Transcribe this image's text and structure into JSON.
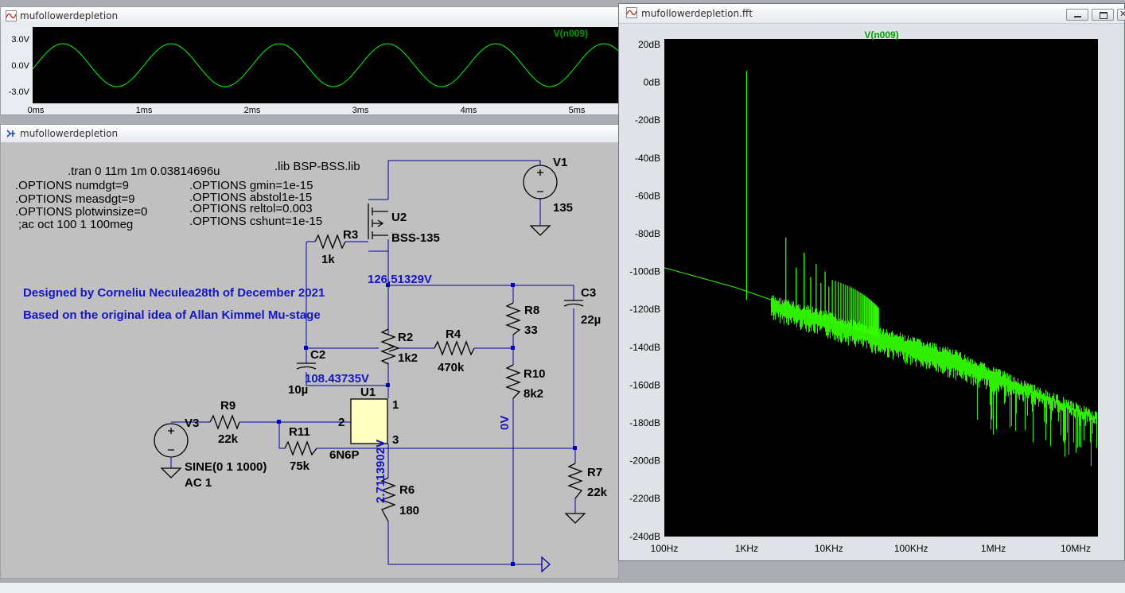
{
  "wave_window": {
    "title": "mufollowerdepletion",
    "trace_label": "V(n009)",
    "y_ticks": [
      "3.0V",
      "0.0V",
      "-3.0V"
    ],
    "x_ticks": [
      "0ms",
      "1ms",
      "2ms",
      "3ms",
      "4ms",
      "5ms"
    ],
    "trace_color": "#00ff00"
  },
  "fft_window": {
    "title": "mufollowerdepletion.fft",
    "trace_label": "V(n009)",
    "y_ticks": [
      "20dB",
      "0dB",
      "-20dB",
      "-40dB",
      "-60dB",
      "-80dB",
      "-100dB",
      "-120dB",
      "-140dB",
      "-160dB",
      "-180dB",
      "-200dB",
      "-220dB",
      "-240dB"
    ],
    "x_ticks": [
      "100Hz",
      "1KHz",
      "10KHz",
      "100KHz",
      "1MHz",
      "10MHz"
    ],
    "trace_color": "#33ff00"
  },
  "schematic_window": {
    "title": "mufollowerdepletion",
    "directives": [
      ".tran 0 11m 1m 0.03814696u",
      ".lib BSP-BSS.lib",
      ".OPTIONS numdgt=9",
      ".OPTIONS measdgt=9",
      ".OPTIONS plotwinsize=0",
      ";ac oct 100 1 100meg",
      ".OPTIONS gmin=1e-15",
      ".OPTIONS abstol1e-15",
      ".OPTIONS reltol=0.003",
      ".OPTIONS cshunt=1e-15"
    ],
    "notes": [
      "Designed by Corneliu Neculea28th of December 2021",
      "Based on the original idea of Allan Kimmel Mu-stage"
    ],
    "components": {
      "v1": {
        "name": "V1",
        "value": "135"
      },
      "u2": {
        "name": "U2",
        "value": "BSS-135"
      },
      "r3": {
        "name": "R3",
        "value": "1k"
      },
      "r8": {
        "name": "R8",
        "value": "33"
      },
      "c3": {
        "name": "C3",
        "value": "22µ"
      },
      "r2": {
        "name": "R2",
        "value": "1k2"
      },
      "r4": {
        "name": "R4",
        "value": "470k"
      },
      "c2": {
        "name": "C2",
        "value": "10µ"
      },
      "r10": {
        "name": "R10",
        "value": "8k2"
      },
      "u1": {
        "name": "U1",
        "value": "6N6P",
        "pins": [
          "1",
          "2",
          "3"
        ]
      },
      "v3": {
        "name": "V3",
        "value": "SINE(0 1 1000)",
        "value2": "AC 1"
      },
      "r9": {
        "name": "R9",
        "value": "22k"
      },
      "r11": {
        "name": "R11",
        "value": "75k"
      },
      "r6": {
        "name": "R6",
        "value": "180"
      },
      "r7": {
        "name": "R7",
        "value": "22k"
      }
    },
    "node_voltages": {
      "top": "126.51329V",
      "mid": "108.43735V",
      "cathode": "2.7113902V",
      "zero": "0V"
    },
    "wire_color": "#0000a0",
    "annotation_color": "#1414c8"
  }
}
